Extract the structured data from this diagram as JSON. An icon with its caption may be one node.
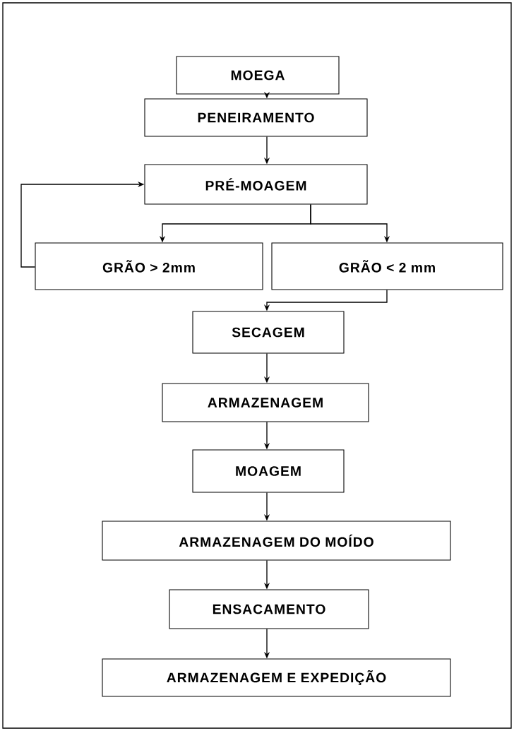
{
  "diagram": {
    "nodes": [
      {
        "text": [
          "MOEGA"
        ]
      },
      {
        "text": [
          "PENEIRAMENTO"
        ]
      },
      {
        "text": [
          "PRÉ-MOAGEM"
        ]
      },
      {
        "text": [
          "GRÃO > 2mm"
        ]
      },
      {
        "text": [
          "GRÃO < 2 mm"
        ]
      },
      {
        "text": [
          "SECAGEM"
        ]
      },
      {
        "text": [
          "ARMAZENAGEM"
        ]
      },
      {
        "text": [
          "MOAGEM"
        ]
      },
      {
        "text": [
          "ARMAZENAGEM DO MOÍDO"
        ]
      },
      {
        "text": [
          "ENSACAMENTO"
        ]
      },
      {
        "text": [
          "ARMAZENAGEM E EXPEDIÇÃO"
        ]
      }
    ],
    "edges": [
      {
        "from": 0,
        "to": 1,
        "arrow": "to"
      },
      {
        "from": 1,
        "to": 2,
        "arrow": "to"
      },
      {
        "from": 2,
        "to": 3,
        "arrow": "to"
      },
      {
        "from": 2,
        "to": 4,
        "arrow": "to"
      },
      {
        "from": 3,
        "to": 2,
        "arrow": "to"
      },
      {
        "from": 4,
        "to": 5,
        "arrow": "to"
      },
      {
        "from": 5,
        "to": 6,
        "arrow": "to"
      },
      {
        "from": 6,
        "to": 7,
        "arrow": "to"
      },
      {
        "from": 7,
        "to": 8,
        "arrow": "to"
      },
      {
        "from": 8,
        "to": 9,
        "arrow": "to"
      },
      {
        "from": 9,
        "to": 10,
        "arrow": "to"
      }
    ]
  }
}
